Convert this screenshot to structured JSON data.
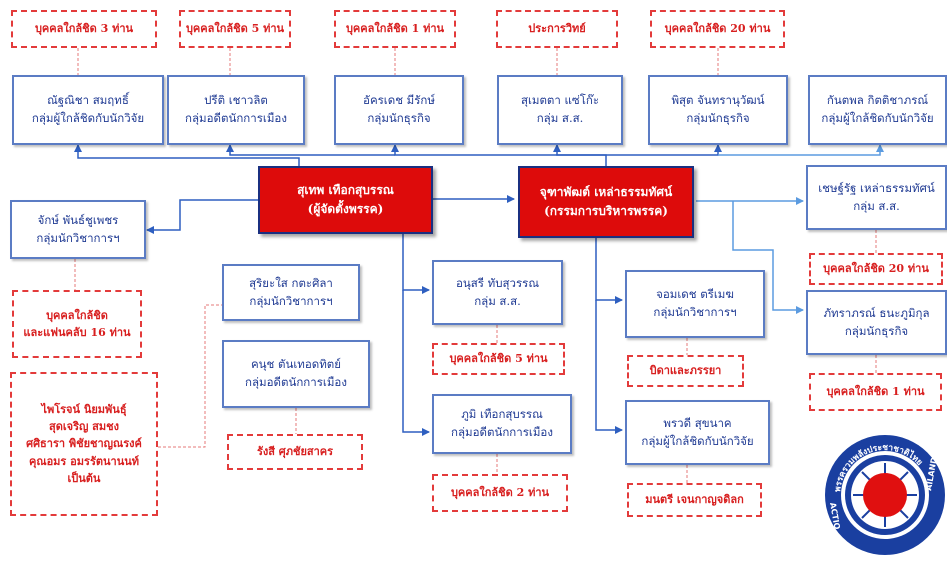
{
  "leaders": [
    {
      "id": "suthep",
      "lines": [
        "สุเทพ เทือกสุบรรณ",
        "(ผู้จัดตั้งพรรค)"
      ]
    },
    {
      "id": "jutaphat",
      "lines": [
        "จุฑาพัฒต์ เหล่าธรรมทัศน์",
        "(กรรมการบริหารพรรค)"
      ]
    }
  ],
  "members": [
    {
      "id": "natticha",
      "lines": [
        "ณัฐณิชา สมฤทธิ์",
        "กลุ่มผู้ใกล้ชิดกับนักวิจัย"
      ]
    },
    {
      "id": "preeti",
      "lines": [
        "ปรีติ เชาวลิต",
        "กลุ่มอดีตนักการเมือง"
      ]
    },
    {
      "id": "akharadet",
      "lines": [
        "อัครเดช มีรักษ์",
        "กลุ่มนักธุรกิจ"
      ]
    },
    {
      "id": "sumetta",
      "lines": [
        "สุเมตตา แซ่โก๊ะ",
        "กลุ่ม ส.ส."
      ]
    },
    {
      "id": "pisut",
      "lines": [
        "พิสุต จันทรานุวัฒน์",
        "กลุ่มนักธุรกิจ"
      ]
    },
    {
      "id": "kanphon",
      "lines": [
        "กันตพล กิตติชาภรณ์",
        "กลุ่มผู้ใกล้ชิดกับนักวิจัย"
      ]
    },
    {
      "id": "chak",
      "lines": [
        "จักษ์ พันธ์ชูเพชร",
        "กลุ่มนักวิชาการฯ"
      ]
    },
    {
      "id": "chetsada",
      "lines": [
        "เชษฐ์รัฐ เหล่าธรรมทัศน์",
        "กลุ่ม ส.ส."
      ]
    },
    {
      "id": "suriyasai",
      "lines": [
        "สุริยะใส กตะศิลา",
        "กลุ่มนักวิชาการฯ"
      ]
    },
    {
      "id": "anusorn",
      "lines": [
        "อนุสรี ทับสุวรรณ",
        "กลุ่ม ส.ส."
      ]
    },
    {
      "id": "chomdet",
      "lines": [
        "จอมเดช ตรีเมฆ",
        "กลุ่มนักวิชาการฯ"
      ]
    },
    {
      "id": "phattharaporn",
      "lines": [
        "ภัทราภรณ์ ธนะภูมิกุล",
        "กลุ่มนักธุรกิจ"
      ]
    },
    {
      "id": "khanut",
      "lines": [
        "คนุช ตันเทอดทิตย์",
        "กลุ่มอดีตนักการเมือง"
      ]
    },
    {
      "id": "phumi",
      "lines": [
        "ภูมิ เทือกสุบรรณ",
        "กลุ่มอดีตนักการเมือง"
      ]
    },
    {
      "id": "phonwadee",
      "lines": [
        "พรวดี สุขนาค",
        "กลุ่มผู้ใกล้ชิดกับนักวิจัย"
      ]
    }
  ],
  "notes": [
    {
      "id": "n3",
      "lines": [
        "บุคคลใกล้ชิด 3 ท่าน"
      ]
    },
    {
      "id": "n5a",
      "lines": [
        "บุคคลใกล้ชิด 5 ท่าน"
      ]
    },
    {
      "id": "n1a",
      "lines": [
        "บุคคลใกล้ชิด 1 ท่าน"
      ]
    },
    {
      "id": "nradio",
      "lines": [
        "ประการวิทย์"
      ]
    },
    {
      "id": "n20a",
      "lines": [
        "บุคคลใกล้ชิด 20 ท่าน"
      ]
    },
    {
      "id": "n16",
      "lines": [
        "บุคคลใกล้ชิด",
        "และแฟนคลับ 16 ท่าน"
      ]
    },
    {
      "id": "n20b",
      "lines": [
        "บุคคลใกล้ชิด 20 ท่าน"
      ]
    },
    {
      "id": "npai",
      "lines": [
        "ไพโรจน์ นิยมพันธุ์",
        "สุดเจริญ สมชง",
        "ศศิธารา พิชัยชาญณรงค์",
        "คุณอมร อมรรัตนานนท์",
        "เป็นต้น"
      ]
    },
    {
      "id": "n5b",
      "lines": [
        "บุคคลใกล้ชิด 5 ท่าน"
      ]
    },
    {
      "id": "nbida",
      "lines": [
        "บิดาและภรรยา"
      ]
    },
    {
      "id": "n1b",
      "lines": [
        "บุคคลใกล้ชิด 1 ท่าน"
      ]
    },
    {
      "id": "nrungsi",
      "lines": [
        "รังสี ศุภชัยสาคร"
      ]
    },
    {
      "id": "n2",
      "lines": [
        "บุคคลใกล้ชิด 2 ท่าน"
      ]
    },
    {
      "id": "nmontri",
      "lines": [
        "มนตรี เจนกาญจดิลก"
      ]
    }
  ],
  "logo": {
    "top_text": "พรรครวมพลังประชาชาติไทย",
    "left_text": "ACTIO",
    "right_text": "AILAND"
  },
  "colors": {
    "blue_line": "#2e5fc0",
    "light_line": "#5b9be0",
    "red": "#dd0b0b",
    "dashed_red": "#e33b3b",
    "dark_navy": "#1a2f80"
  }
}
